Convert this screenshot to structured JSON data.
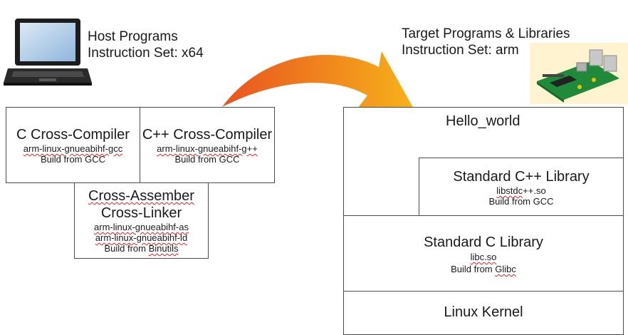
{
  "host": {
    "line1": "Host Programs",
    "line2": "Instruction Set: x64"
  },
  "target": {
    "line1": "Target Programs & Libraries",
    "line2": "Instruction Set: arm"
  },
  "left_boxes": {
    "c_compiler": {
      "title": "C Cross-Compiler",
      "binary": "arm-linux-gnueabihf-gcc",
      "source": "Build from GCC"
    },
    "cpp_compiler": {
      "title": "C++ Cross-Compiler",
      "binary": "arm-linux-gnueabihf-g++",
      "source": "Build from GCC"
    },
    "assembler_linker": {
      "title1": "Cross-Assember",
      "title2": "Cross-Linker",
      "binary1": "arm-linux-gnueabihf-as",
      "binary2": "arm-linux-gnueabihf-ld",
      "source_prefix": "Build from ",
      "source_name": "Binutils"
    }
  },
  "right_stack": {
    "hello": "Hello_world",
    "cpp_lib": {
      "title": "Standard C++ Library",
      "file_a": "libstdc",
      "file_b": "++.so",
      "source": "Build from GCC"
    },
    "c_lib": {
      "title": "Standard C Library",
      "file": "libc.so",
      "source_prefix": "Build from ",
      "source_name": "Glibc"
    },
    "kernel": "Linux Kernel"
  },
  "colors": {
    "arrow_start": "#e8531f",
    "arrow_end": "#f7b21b",
    "border": "#4a4a4a",
    "spellcheck": "#dd2222"
  },
  "icons": [
    "laptop-icon",
    "raspberry-pi-board-icon"
  ]
}
